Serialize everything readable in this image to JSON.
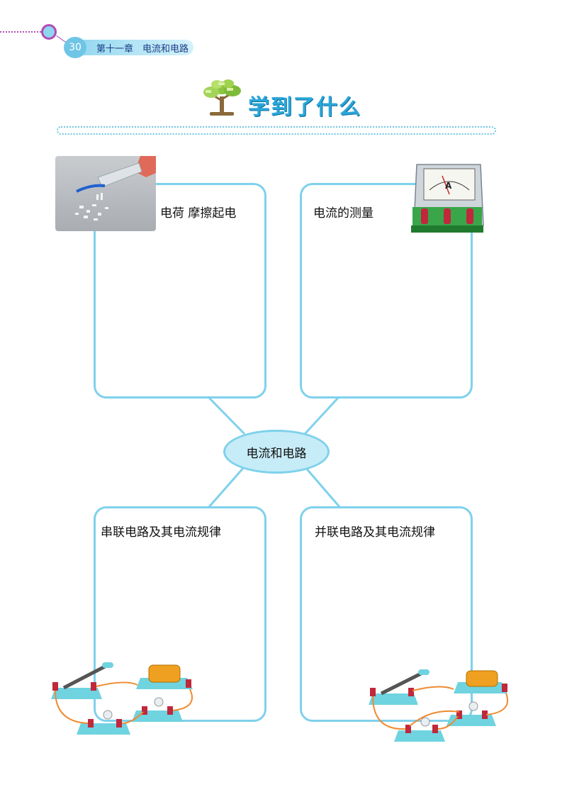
{
  "header": {
    "page_number": "30",
    "chapter_title": "第十一章　电流和电路"
  },
  "section_title": "学到了什么",
  "center_topic": "电流和电路",
  "boxes": {
    "top_left": "电荷  摩擦起电",
    "top_right": "电流的测量",
    "bottom_left": "串联电路及其电流规律",
    "bottom_right": "并联电路及其电流规律"
  },
  "ammeter_symbol": "A",
  "colors": {
    "accent": "#7fd1ec",
    "accent_dark": "#2aa7da",
    "header_ring": "#b14cb8",
    "ellipse_fill": "#c6ecf8"
  }
}
